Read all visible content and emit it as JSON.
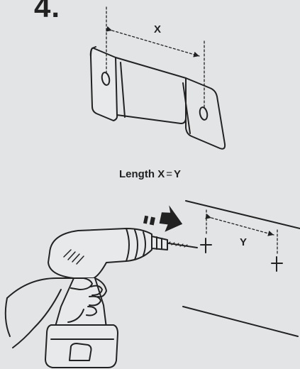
{
  "step": {
    "number": "4."
  },
  "bracket": {
    "dimension_label": "X"
  },
  "caption": {
    "prefix": "Length",
    "left": "X",
    "equals": "=",
    "right": "Y"
  },
  "wall": {
    "dimension_label": "Y"
  },
  "colors": {
    "background": "#e3e4e6",
    "ink": "#222222",
    "drill_fill": "#e8e9eb"
  },
  "icons": [
    "mounting-bracket-icon",
    "drill-icon",
    "direction-arrow-icon",
    "hand-icon",
    "mark-cross-icon"
  ]
}
